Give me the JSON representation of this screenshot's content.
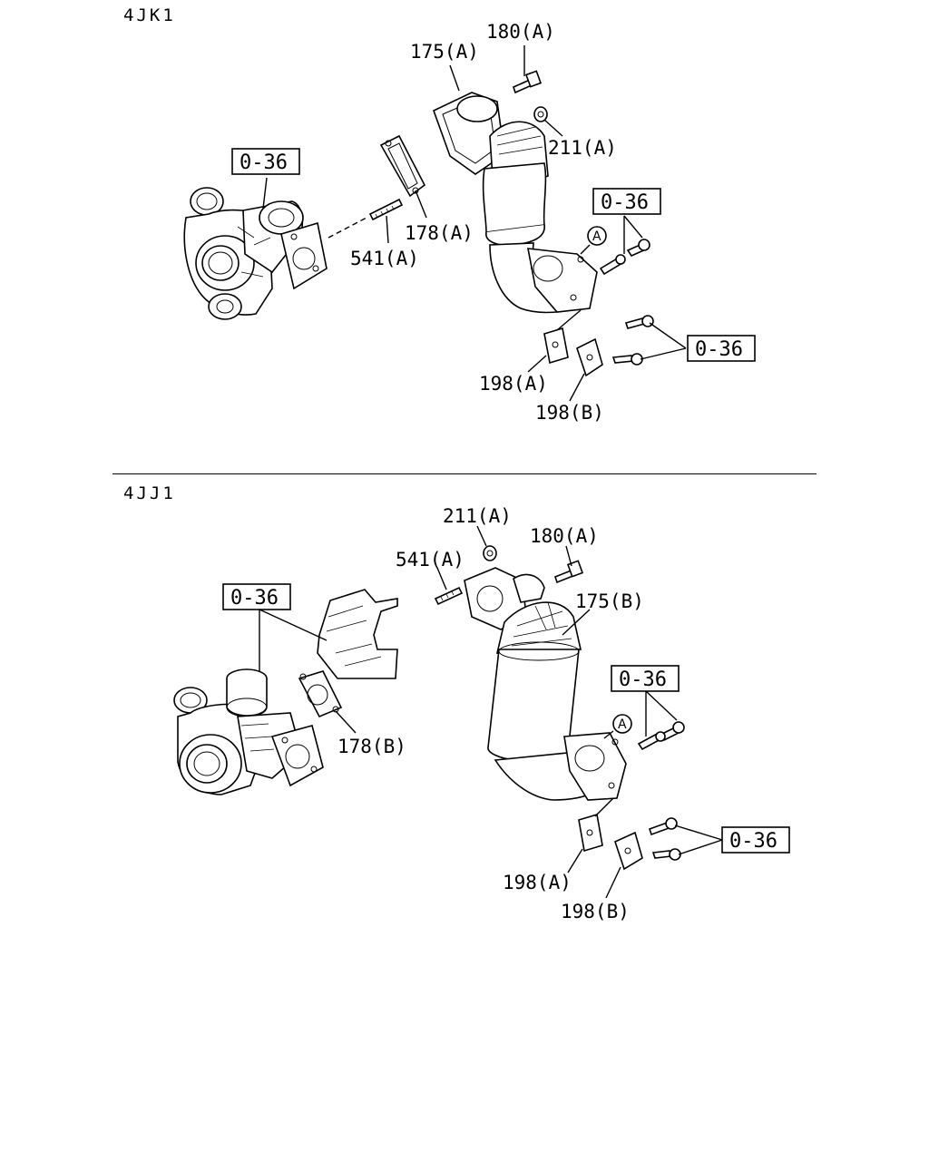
{
  "sections": [
    {
      "engine": "4JK1",
      "ref_circle": "A",
      "labels": {
        "p180": "180(A)",
        "p175": "175(A)",
        "p211": "211(A)",
        "p178": "178(A)",
        "p541": "541(A)",
        "p198a": "198(A)",
        "p198b": "198(B)"
      },
      "ref_boxes": [
        "0-36",
        "0-36",
        "0-36"
      ]
    },
    {
      "engine": "4JJ1",
      "ref_circle": "A",
      "labels": {
        "p211": "211(A)",
        "p180": "180(A)",
        "p541": "541(A)",
        "p175": "175(B)",
        "p178": "178(B)",
        "p198a": "198(A)",
        "p198b": "198(B)"
      },
      "ref_boxes": [
        "0-36",
        "0-36",
        "0-36"
      ]
    }
  ]
}
